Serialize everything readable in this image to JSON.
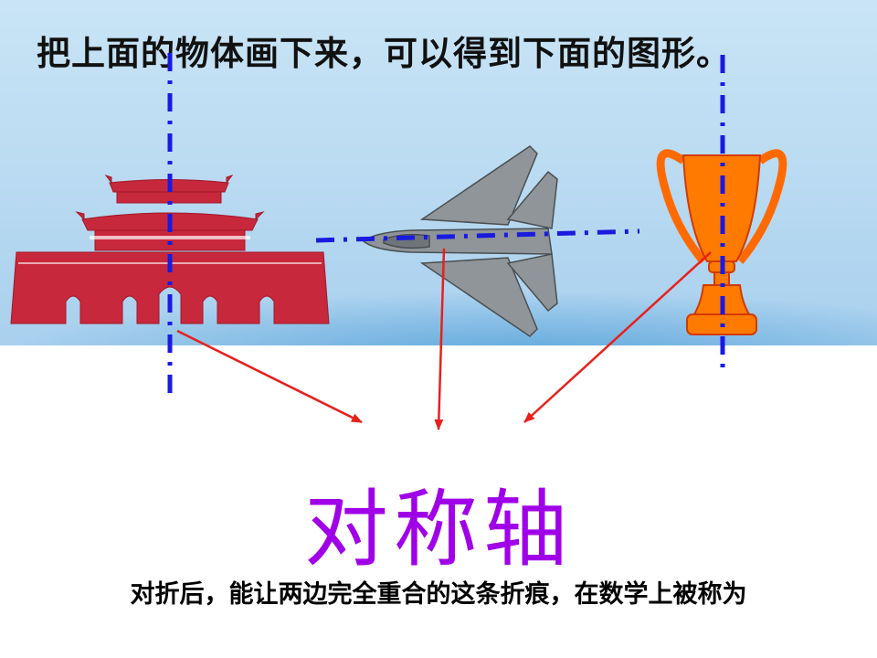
{
  "title": "把上面的物体画下来，可以得到下面的图形。",
  "term": "对称轴",
  "definition": "对折后，能让两边完全重合的这条折痕，在数学上被称为",
  "colors": {
    "axis_line": "#1a1ae0",
    "arrow": "#e8201c",
    "gate_fill": "#c8283c",
    "jet_fill": "#8f9598",
    "trophy_fill": "#ff7a00",
    "term_text": "#a000e8"
  },
  "figures": [
    {
      "name": "tiananmen-gate",
      "axis": "vertical"
    },
    {
      "name": "fighter-jet",
      "axis": "horizontal"
    },
    {
      "name": "trophy-cup",
      "axis": "vertical"
    }
  ]
}
